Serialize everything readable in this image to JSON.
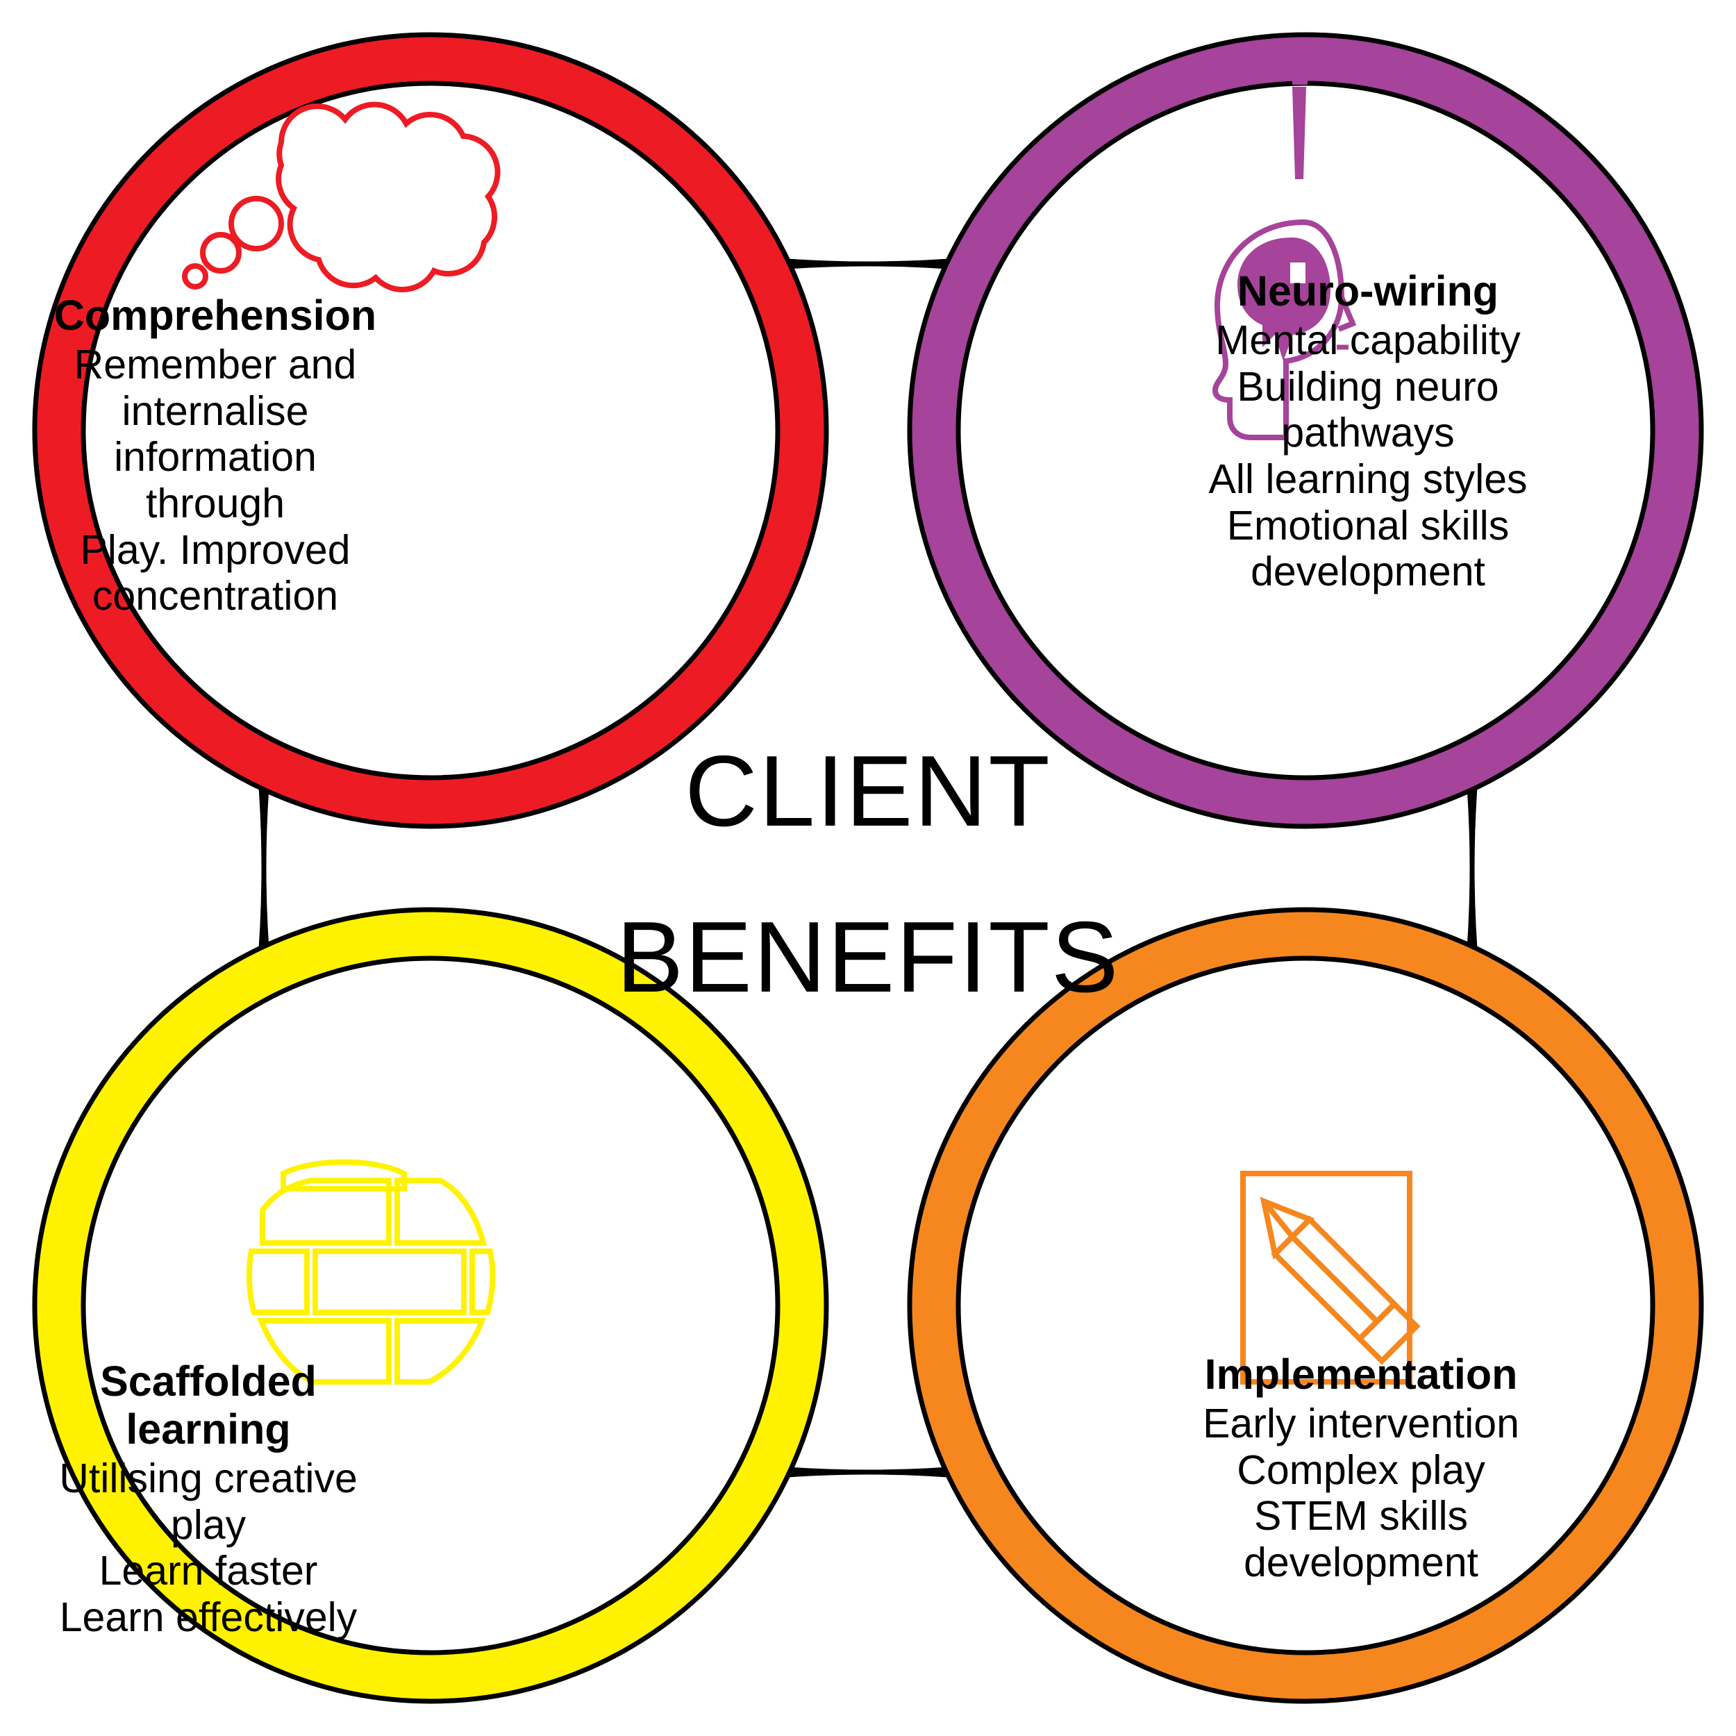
{
  "center": {
    "line1": "CLIENT",
    "line2": "BENEFITS"
  },
  "colors": {
    "red": "#ED1C24",
    "purple": "#A6439A",
    "yellow": "#FFF200",
    "orange": "#F6871F",
    "outline": "#000000",
    "background": "#FFFFFF"
  },
  "nodes": [
    {
      "id": "comprehension",
      "title": "Comprehension",
      "lines": [
        "Remember and internalise",
        "information through",
        "Play.  Improved",
        "concentration"
      ],
      "color": "#ED1C24",
      "icon": "thought-bubble-icon",
      "position": "top-left"
    },
    {
      "id": "neuro-wiring",
      "title": "Neuro-wiring",
      "lines": [
        "Mental capability",
        "Building neuro pathways",
        "All learning styles",
        "Emotional skills",
        "development"
      ],
      "color": "#A6439A",
      "icon": "head-brain-idea-icon",
      "position": "top-right"
    },
    {
      "id": "scaffolded-learning",
      "title": "Scaffolded learning",
      "lines": [
        "Utilising creative play",
        "Learn faster",
        "Learn effectively"
      ],
      "color": "#FFF200",
      "icon": "brick-wall-sphere-icon",
      "position": "bottom-left"
    },
    {
      "id": "implementation",
      "title": "Implementation",
      "lines": [
        "Early intervention",
        "Complex play",
        "STEM skills",
        "development"
      ],
      "color": "#F6871F",
      "icon": "pencil-paper-icon",
      "position": "bottom-right"
    }
  ],
  "connectors": [
    {
      "id": "top",
      "from": "comprehension",
      "to": "neuro-wiring",
      "color": "#A6439A"
    },
    {
      "id": "right",
      "from": "neuro-wiring",
      "to": "implementation",
      "color": "#F6871F"
    },
    {
      "id": "bottom",
      "from": "scaffolded-learning",
      "to": "implementation",
      "color": "#FFF200"
    },
    {
      "id": "left",
      "from": "comprehension",
      "to": "scaffolded-learning",
      "color": "#ED1C24"
    }
  ]
}
